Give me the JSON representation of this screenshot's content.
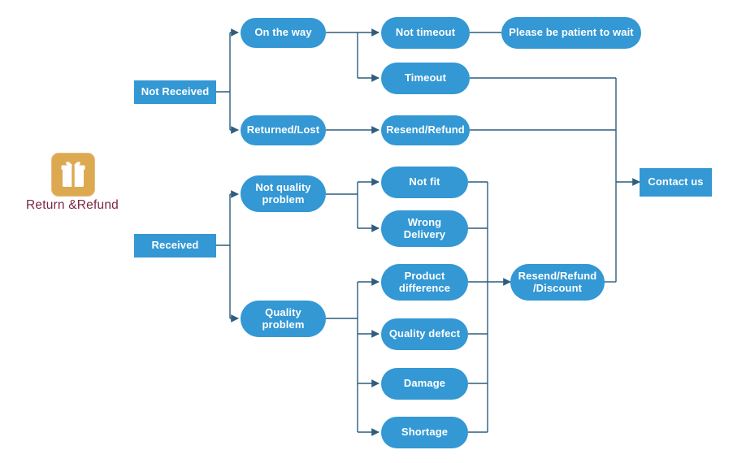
{
  "diagram": {
    "title": "Return & Refund decision flow",
    "background": "#ffffff",
    "node_fill": "#3398D4",
    "node_text_color": "#ffffff",
    "edge_color": "#2E5D7D",
    "root_label_color": "#7B2742",
    "icon_fill": "#DCA951"
  },
  "root": {
    "label": "Return &Refund",
    "icon": "gift-icon"
  },
  "nodes": {
    "not_received": {
      "label": "Not Received",
      "shape": "rect",
      "font_size": 13
    },
    "received": {
      "label": "Received",
      "shape": "rect",
      "font_size": 13
    },
    "on_the_way": {
      "label": "On the way",
      "shape": "pill",
      "font_size": 13
    },
    "returned_lost": {
      "label": "Returned/Lost",
      "shape": "pill",
      "font_size": 13
    },
    "not_timeout": {
      "label": "Not timeout",
      "shape": "pill",
      "font_size": 13
    },
    "timeout": {
      "label": "Timeout",
      "shape": "pill",
      "font_size": 13
    },
    "please_wait": {
      "label": "Please be patient to wait",
      "shape": "pill",
      "font_size": 13
    },
    "resend_refund": {
      "label": "Resend/Refund",
      "shape": "pill",
      "font_size": 13
    },
    "not_quality_problem": {
      "label": "Not quality\nproblem",
      "shape": "pill",
      "font_size": 13
    },
    "quality_problem": {
      "label": "Quality\nproblem",
      "shape": "pill",
      "font_size": 13
    },
    "not_fit": {
      "label": "Not fit",
      "shape": "pill",
      "font_size": 13
    },
    "wrong_delivery": {
      "label": "Wrong\nDelivery",
      "shape": "pill",
      "font_size": 13
    },
    "product_difference": {
      "label": "Product\ndifference",
      "shape": "pill",
      "font_size": 13
    },
    "quality_defect": {
      "label": "Quality defect",
      "shape": "pill",
      "font_size": 13
    },
    "damage": {
      "label": "Damage",
      "shape": "pill",
      "font_size": 13
    },
    "shortage": {
      "label": "Shortage",
      "shape": "pill",
      "font_size": 13
    },
    "resend_refund_discount": {
      "label": "Resend/Refund\n/Discount",
      "shape": "pill",
      "font_size": 13
    },
    "contact_us": {
      "label": "Contact us",
      "shape": "rect",
      "font_size": 13
    }
  },
  "chart_data": {
    "type": "diagram",
    "layout": "left-to-right tree",
    "title": "Return &Refund",
    "branches": [
      {
        "from": "Not Received",
        "to": [
          "On the way",
          "Returned/Lost"
        ]
      },
      {
        "from": "On the way",
        "to": [
          "Not timeout",
          "Timeout"
        ]
      },
      {
        "from": "Not timeout",
        "to": [
          "Please be patient to wait"
        ]
      },
      {
        "from": "Timeout",
        "to": [
          "Contact us"
        ]
      },
      {
        "from": "Returned/Lost",
        "to": [
          "Resend/Refund"
        ]
      },
      {
        "from": "Resend/Refund",
        "to": [
          "Contact us"
        ]
      },
      {
        "from": "Received",
        "to": [
          "Not quality problem",
          "Quality problem"
        ]
      },
      {
        "from": "Not quality problem",
        "to": [
          "Not fit",
          "Wrong Delivery"
        ]
      },
      {
        "from": "Quality problem",
        "to": [
          "Product difference",
          "Quality defect",
          "Damage",
          "Shortage"
        ]
      },
      {
        "from": [
          "Not fit",
          "Wrong Delivery",
          "Product difference",
          "Quality defect",
          "Damage",
          "Shortage"
        ],
        "to": [
          "Resend/Refund /Discount"
        ]
      },
      {
        "from": "Resend/Refund /Discount",
        "to": [
          "Contact us"
        ]
      }
    ]
  }
}
